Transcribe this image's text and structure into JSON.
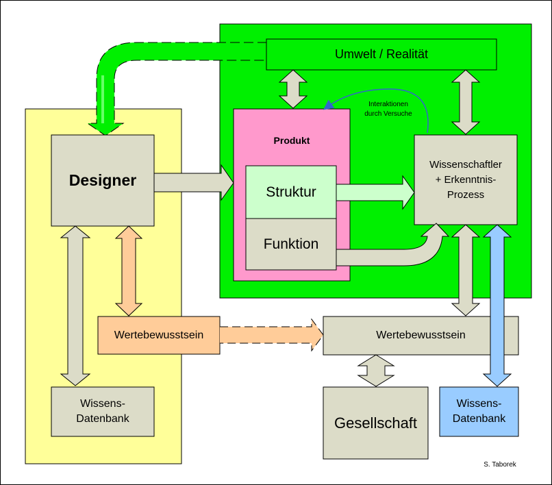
{
  "colors": {
    "green_region": "#00f000",
    "yellow_region": "#ffff99",
    "pink_box": "#ff99cc",
    "gray_box": "#dcdcc8",
    "light_green_box": "#ccffcc",
    "orange_box": "#ffcc99",
    "blue_box": "#99ccff",
    "blue_curve": "#3366cc"
  },
  "labels": {
    "umwelt": "Umwelt / Realität",
    "produkt": "Produkt",
    "struktur": "Struktur",
    "funktion": "Funktion",
    "designer": "Designer",
    "wissenschaftler_l1": "Wissenschaftler",
    "wissenschaftler_l2": "+ Erkenntnis-",
    "wissenschaftler_l3": "Prozess",
    "interaktion_l1": "Interaktionen",
    "interaktion_l2": "durch Versuche",
    "werte_left": "Wertebewusstsein",
    "werte_right": "Wertebewusstsein",
    "db_left_l1": "Wissens-",
    "db_left_l2": "Datenbank",
    "gesellschaft": "Gesellschaft",
    "db_right_l1": "Wissens-",
    "db_right_l2": "Datenbank",
    "author": "S. Taborek"
  }
}
